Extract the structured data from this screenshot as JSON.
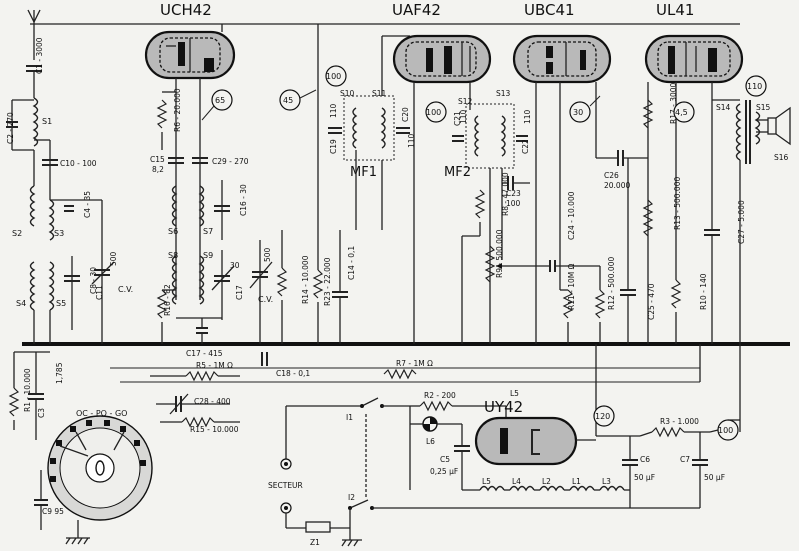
{
  "tubes": {
    "t1": "UCH42",
    "t2": "UAF42",
    "t3": "UBC41",
    "t4": "UL41",
    "t5": "UY42"
  },
  "transformers": {
    "mf1": "MF1",
    "mf2": "MF2"
  },
  "markers": {
    "m1": "65",
    "m2": "45",
    "m3": "100",
    "m4": "100",
    "m5": "30",
    "m6": "4,5",
    "m7": "110",
    "m8": "120",
    "m9": "100"
  },
  "labels": {
    "c1": "C1 - 3000",
    "c2": "C2 - 270",
    "s1": "S1",
    "c10": "C10 - 100",
    "c4": "C4 - 35",
    "s2": "S2",
    "s3": "S3",
    "s4": "S4",
    "s5": "S5",
    "c8": "C8 - 30",
    "c11": "C11",
    "v500a": "500",
    "cv1": "C.V.",
    "r6": "R6 - 20.000",
    "c15": "C15",
    "c15v": "8,2",
    "c29": "C29 - 270",
    "c16": "C16 - 30",
    "s6": "S6",
    "s7": "S7",
    "s8": "S8",
    "s9": "S9",
    "v30": "30",
    "c17": "C17",
    "v500b": "500",
    "cv2": "C.V.",
    "r16": "R16 - 82",
    "c17b": "C17 - 415",
    "r14": "R14 - 10.000",
    "r23": "R23 - 22.000",
    "c14": "C14 - 0,1",
    "s10": "S10",
    "s11": "S11",
    "c19": "C19",
    "v110a": "110",
    "v110b": "110",
    "c20": "C20",
    "s12": "S12",
    "s13": "S13",
    "c21": "C21",
    "c22": "C22",
    "v110c": "110",
    "v110d": "110",
    "c23": "C23",
    "c23v": "100",
    "r8": "R8 - 47.000",
    "r9": "R9 - 500.000",
    "c24": "C24 - 10.000",
    "r11": "R11 - 10M Ω",
    "r12": "R12 - 500.000",
    "c25": "C25 - 470",
    "c26": "C26",
    "c26v": "20.000",
    "r17": "R17 - 3000",
    "r13": "R13 - 500.000",
    "r10": "R10 - 140",
    "s14": "S14",
    "s15": "S15",
    "s16": "S16",
    "c27": "C27 - 5.000",
    "r1": "R1 - 10.000",
    "c3": "C3",
    "c3v": "1,785",
    "r5": "R5 - 1M Ω",
    "c18": "C18 - 0,1",
    "r7": "R7 - 1M Ω",
    "c28": "C28 - 400",
    "r15": "R15 - 10.000",
    "oc": "OC - PO - GO",
    "c9": "C9 95",
    "secteur": "SECTEUR",
    "i1": "I1",
    "i2": "I2",
    "r2": "R2 - 200",
    "l6": "L6",
    "c5": "C5",
    "c5v": "0,25 μF",
    "l5top": "L5",
    "l5": "L5",
    "l4": "L4",
    "l2": "L2",
    "l1": "L1",
    "l3": "L3",
    "r3": "R3 - 1.000",
    "c6": "C6",
    "c6v": "50 μF",
    "c7": "C7",
    "c7v": "50 μF",
    "z1": "Z1"
  }
}
